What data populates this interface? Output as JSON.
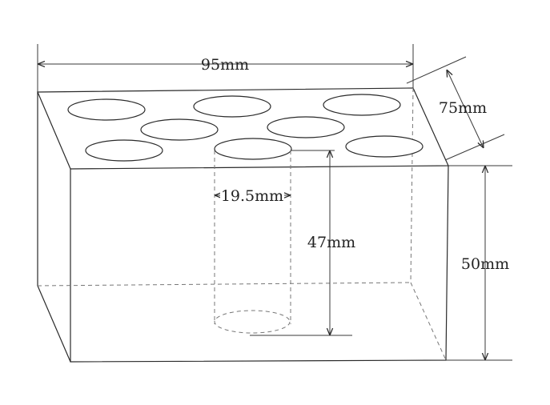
{
  "diagram": {
    "object": "test-tube-rack-block",
    "hole_count": 8,
    "dimensions": {
      "width": "95mm",
      "depth": "75mm",
      "height": "50mm",
      "hole_depth": "47mm",
      "hole_diameter": "19.5mm"
    },
    "colors": {
      "line": "#2a2a2a",
      "hidden_line": "#777777",
      "background": "#ffffff"
    }
  }
}
